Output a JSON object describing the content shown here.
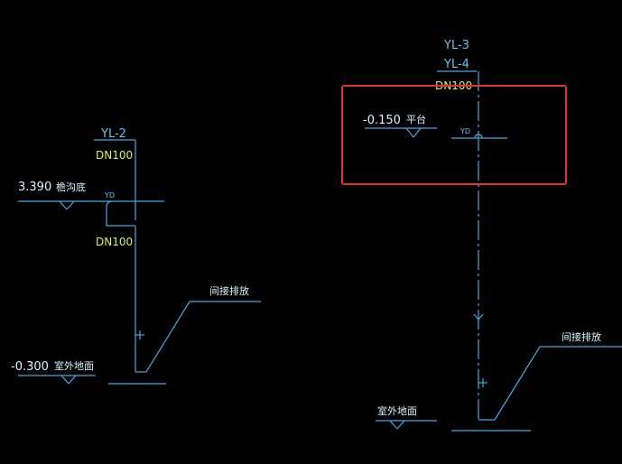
{
  "colors": {
    "background": "#000000",
    "pipe": "#3fa9e0",
    "label_white": "#d8f4ff",
    "label_cyan": "#5ec7f2",
    "label_yellow": "#d9f24a",
    "highlight": "#e03030"
  },
  "left_riser": {
    "pipe_id": "YL-2",
    "size_top": "DN100",
    "size_bottom": "DN100",
    "fitting": "YD",
    "level_gutter": "3.390",
    "level_gutter_note": "檐沟底",
    "level_ground": "-0.300",
    "level_ground_note": "室外地面",
    "discharge_note": "间接排放"
  },
  "right_riser": {
    "pipe_id_1": "YL-3",
    "pipe_id_2": "YL-4",
    "size": "DN100",
    "fitting": "YD",
    "level_platform": "-0.150",
    "level_platform_note": "平台",
    "level_ground_note": "室外地面",
    "discharge_note": "间接排放"
  }
}
